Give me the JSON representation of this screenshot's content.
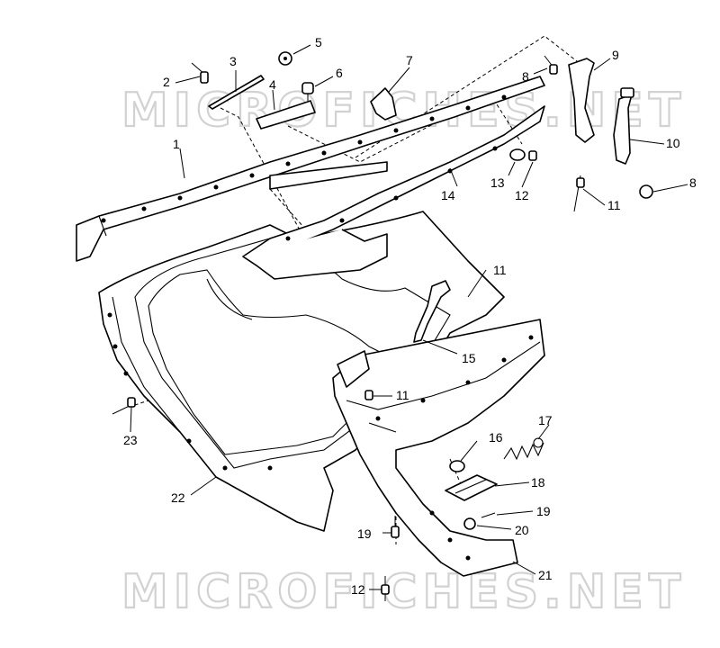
{
  "watermark": {
    "text": "MICROFICHES.NET"
  },
  "callouts": {
    "c1": "1",
    "c2": "2",
    "c3": "3",
    "c4": "4",
    "c5": "5",
    "c6": "6",
    "c7": "7",
    "c8a": "8",
    "c8b": "8",
    "c9": "9",
    "c10": "10",
    "c11a": "11",
    "c11b": "11",
    "c11c": "11",
    "c12a": "12",
    "c12b": "12",
    "c13": "13",
    "c14": "14",
    "c15": "15",
    "c16": "16",
    "c17": "17",
    "c18": "18",
    "c19a": "19",
    "c19b": "19",
    "c20": "20",
    "c21": "21",
    "c22": "22",
    "c23": "23"
  }
}
